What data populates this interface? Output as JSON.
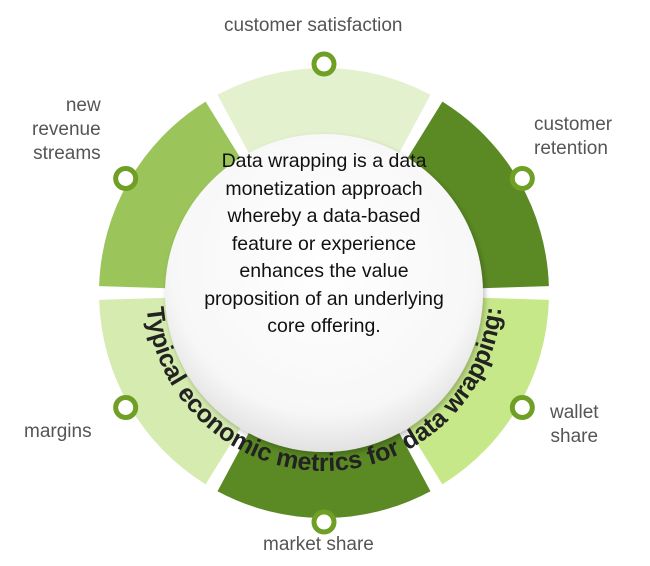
{
  "center_text": "Data wrapping is a data monetization approach whereby a data-based feature or experience enhances the value proposition of an underlying core offering.",
  "arc_title": "Typical economic metrics for data wrapping:",
  "segments": [
    {
      "label": "customer satisfaction",
      "color": "#e4f1cf"
    },
    {
      "label": "customer\nretention",
      "color": "#5b8a24"
    },
    {
      "label": "wallet\nshare",
      "color": "#c6e888"
    },
    {
      "label": "market share",
      "color": "#5b8a24"
    },
    {
      "label": "margins",
      "color": "#d5ebb0"
    },
    {
      "label": "new\nrevenue\nstreams",
      "color": "#9bc55a"
    }
  ],
  "colors": {
    "marker_ring": "#6f9f24",
    "center_fill": "#ffffff",
    "label_text": "#555555"
  }
}
